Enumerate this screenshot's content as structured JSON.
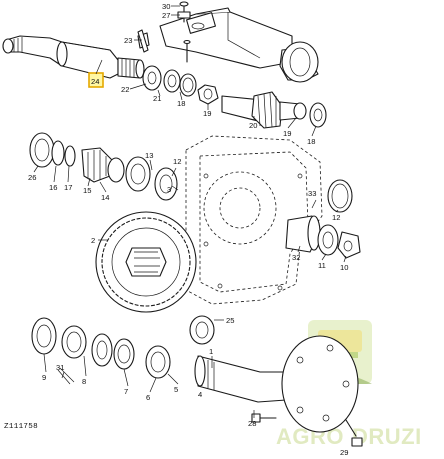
{
  "watermark": {
    "text_a": "AGRO",
    "text_b": "DRUZI"
  },
  "code": "Z111758",
  "callouts": {
    "p30": "30",
    "p27": "27",
    "p23": "23",
    "p24": "24",
    "p22": "22",
    "p21": "21",
    "p18a": "18",
    "p19a": "19",
    "p20": "20",
    "p19b": "19",
    "p18b": "18",
    "p26": "26",
    "p16": "16",
    "p17": "17",
    "p15": "15",
    "p14": "14",
    "p13": "13",
    "p12": "12",
    "p3": "3",
    "p2": "2",
    "p33": "33",
    "p32": "32",
    "p11": "11",
    "p10": "10",
    "p9": "9",
    "p31": "31",
    "p8": "8",
    "p7": "7",
    "p6": "6",
    "p5": "5",
    "p4": "4",
    "p25": "25",
    "p1": "1",
    "p28": "28",
    "p29": "29"
  }
}
